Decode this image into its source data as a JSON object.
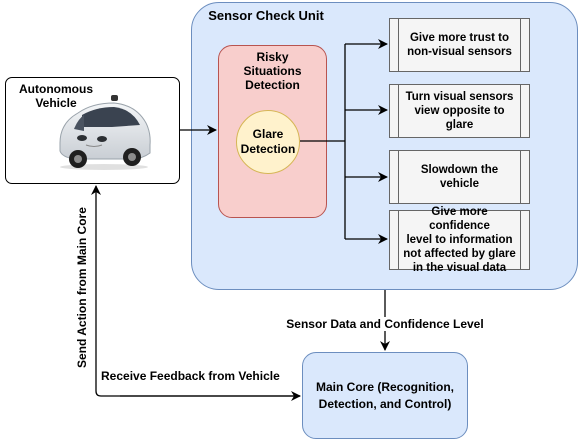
{
  "diagram": {
    "sensor_unit": {
      "title": "Sensor Check Unit"
    },
    "risky": {
      "title_lines": [
        "Risky",
        "Situations",
        "Detection"
      ]
    },
    "glare": {
      "lines": [
        "Glare",
        "Detection"
      ]
    },
    "actions": [
      {
        "lines": [
          "Give more trust to",
          "non-visual sensors"
        ]
      },
      {
        "lines": [
          "Turn visual sensors",
          "view opposite to glare"
        ]
      },
      {
        "lines": [
          "Slowdown the vehicle"
        ]
      },
      {
        "lines": [
          "Give more confidence",
          "level to information",
          "not affected by glare",
          "in the visual data"
        ]
      }
    ],
    "vehicle": {
      "label_lines": [
        "Autonomous",
        "Vehicle"
      ]
    },
    "main_core": {
      "lines": [
        "Main Core (Recognition,",
        "Detection, and Control)"
      ]
    },
    "edges": {
      "sensor_data": "Sensor Data and Confidence Level",
      "feedback": "Receive Feedback from Vehicle",
      "send_action": "Send Action from Main Core"
    },
    "colors": {
      "blue_fill": "#dae8fc",
      "blue_stroke": "#6c8ebf",
      "red_fill": "#f8cecc",
      "red_stroke": "#b85450",
      "yellow_fill": "#fff2cc",
      "yellow_stroke": "#d6b656",
      "grey_fill": "#f5f5f5",
      "grey_stroke": "#666666"
    }
  }
}
